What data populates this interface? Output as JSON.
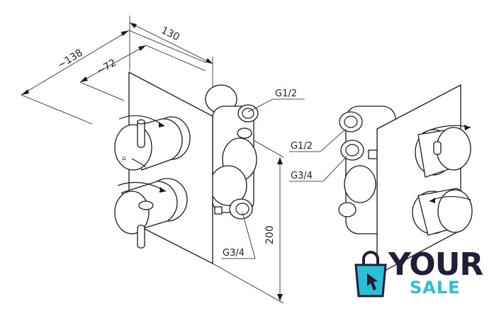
{
  "dimensions": {
    "width_130": "130",
    "depth_138": "~138",
    "depth_72": "~72",
    "height_200": "200"
  },
  "labels": {
    "left_top_port": "G1/2",
    "left_bottom_port": "G3/4",
    "right_top_port": "G1/2",
    "right_bottom_port": "G3/4"
  },
  "logo": {
    "word_top": "YOUR",
    "word_bottom": "SALE",
    "color_dark": "#1f1f3a",
    "color_accent": "#2bbfd6"
  }
}
